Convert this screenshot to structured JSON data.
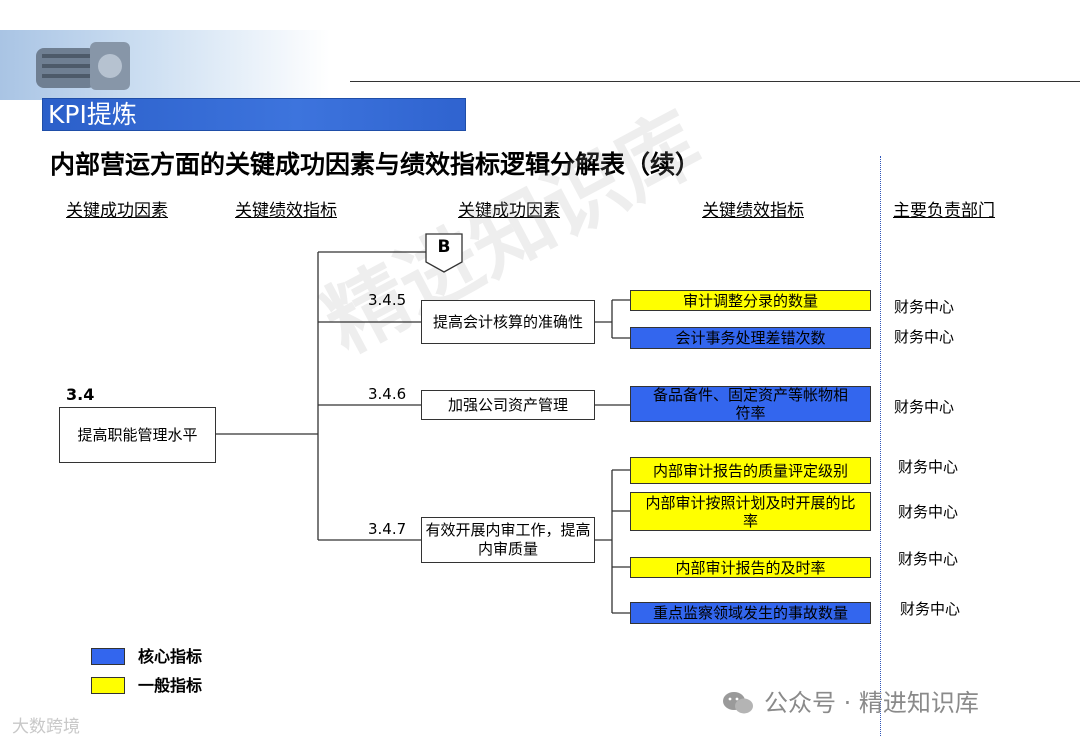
{
  "header": {
    "banner_text": "KPI提炼",
    "page_title": "内部营运方面的关键成功因素与绩效指标逻辑分解表（续）"
  },
  "column_headers": [
    "关键成功因素",
    "关键绩效指标",
    "关键成功因素",
    "关键绩效指标",
    "主要负责部门"
  ],
  "connector_badge": "B",
  "root": {
    "number": "3.4",
    "label": "提高职能管理水平"
  },
  "factors": [
    {
      "number": "3.4.5",
      "label": "提高会计核算的准确性"
    },
    {
      "number": "3.4.6",
      "label": "加强公司资产管理"
    },
    {
      "number": "3.4.7",
      "label": "有效开展内审工作，提高内审质量"
    }
  ],
  "indicators": [
    {
      "label": "审计调整分录的数量",
      "type": "general",
      "department": "财务中心"
    },
    {
      "label": "会计事务处理差错次数",
      "type": "core",
      "department": "财务中心"
    },
    {
      "label": "备品备件、固定资产等帐物相符率",
      "type": "core",
      "department": "财务中心"
    },
    {
      "label": "内部审计报告的质量评定级别",
      "type": "general",
      "department": "财务中心"
    },
    {
      "label": "内部审计按照计划及时开展的比率",
      "type": "general",
      "department": "财务中心"
    },
    {
      "label": "内部审计报告的及时率",
      "type": "general",
      "department": "财务中心"
    },
    {
      "label": "重点监察领域发生的事故数量",
      "type": "core",
      "department": "财务中心"
    }
  ],
  "legend": [
    {
      "label": "核心指标",
      "color": "#3366ee"
    },
    {
      "label": "一般指标",
      "color": "#ffff00"
    }
  ],
  "watermark": "精进知识库",
  "footer": {
    "left": "大数跨境",
    "right": "公众号 · 精进知识库"
  }
}
